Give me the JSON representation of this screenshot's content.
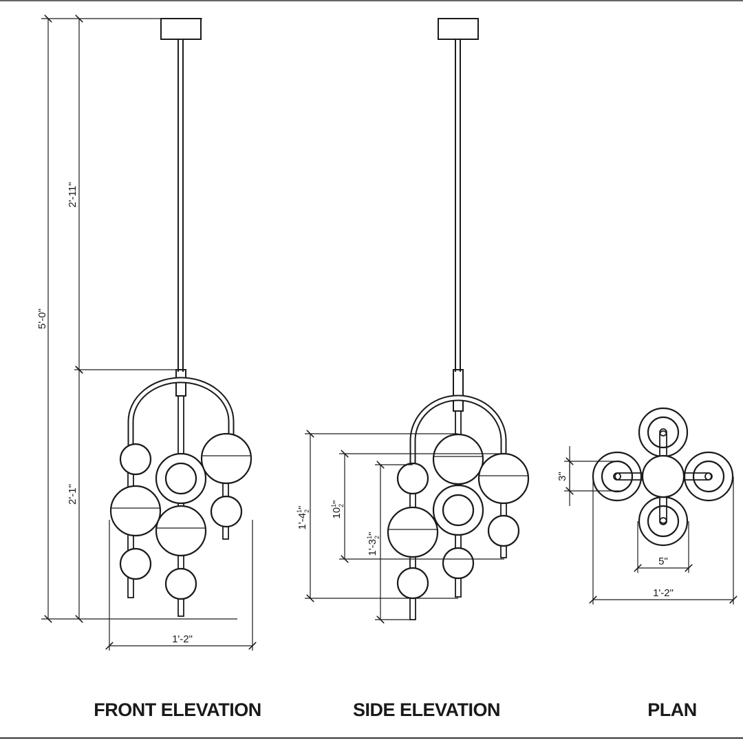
{
  "views": {
    "front": {
      "title": "FRONT ELEVATION",
      "dims": {
        "overall_height": "5'-0\"",
        "stem_height": "2'-11\"",
        "body_height": "2'-1\"",
        "width": "1'-2\""
      }
    },
    "side": {
      "title": "SIDE ELEVATION",
      "dims": {
        "body_height": "1'-4",
        "middle_height": "10",
        "inner_height": "1'-3",
        "half_num": "1",
        "half_den": "2",
        "inch_mark": "\""
      }
    },
    "plan": {
      "title": "PLAN",
      "dims": {
        "globe_dia": "3\"",
        "arm_spacing": "5\"",
        "width": "1'-2\""
      }
    }
  }
}
